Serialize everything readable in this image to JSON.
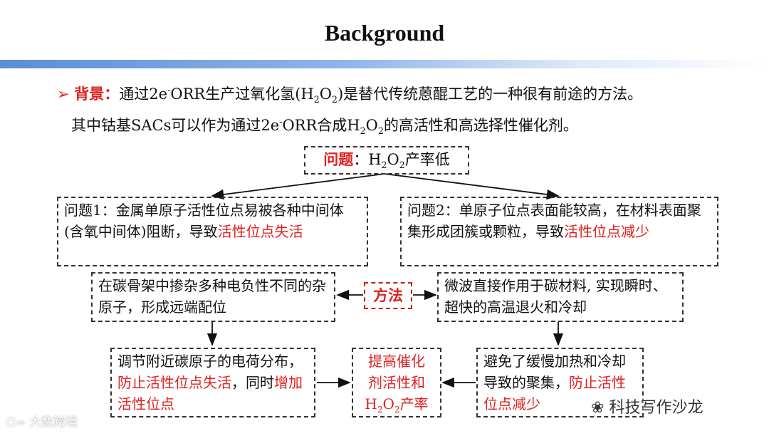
{
  "title": "Background",
  "bullet": {
    "marker": "➢",
    "label": "背景：",
    "text_pre": "通过2e",
    "sup": "-",
    "text_mid": "ORR生产过氧化氢(H",
    "sub1": "2",
    "o": "O",
    "sub2": "2",
    "text_post": ")是替代传统蒽醌工艺的一种很有前途的方法。"
  },
  "line2": {
    "pre": "其中钴基SACs可以作为通过2e",
    "sup": "-",
    "mid": "ORR合成H",
    "sub1": "2",
    "o": "O",
    "sub2": "2",
    "post": "的高活性和高选择性催化剂。"
  },
  "problem_main": {
    "label": "问题",
    "colon": "：",
    "h": "H",
    "sub1": "2",
    "o": "O",
    "sub2": "2",
    "rest": "产率低"
  },
  "problem1": {
    "text": "问题1：金属单原子活性位点易被各种中间体(含氧中间体)阻断，导致",
    "red": "活性位点失活"
  },
  "problem2": {
    "text": "问题2：单原子位点表面能较高，在材料表面聚集形成团簇或颗粒，导致",
    "red": "活性位点减少"
  },
  "method_label": "方法",
  "method_left": "在碳骨架中掺杂多种电负性不同的杂原子，形成远端配位",
  "method_right": "微波直接作用于碳材料, 实现瞬时、超快的高温退火和冷却",
  "result_left": {
    "p1": "调节附近碳原子的电荷分布，",
    "r1": "防止活性位点失活",
    "p2": "，同时",
    "r2": "增加活性位点"
  },
  "result_center": {
    "line1": "提高催化",
    "line2": "剂活性和",
    "h": "H",
    "sub1": "2",
    "o": "O",
    "sub2": "2",
    "rest": "产率"
  },
  "result_right": {
    "p1": "避免了缓慢加热和冷却导致的聚集，",
    "r1": "防止活性位点减少"
  },
  "watermark_left": "大数跨境",
  "watermark_right": "科技写作沙龙",
  "colors": {
    "red": "#e02020",
    "band_start": "#5b8ed6",
    "border": "#333333"
  }
}
